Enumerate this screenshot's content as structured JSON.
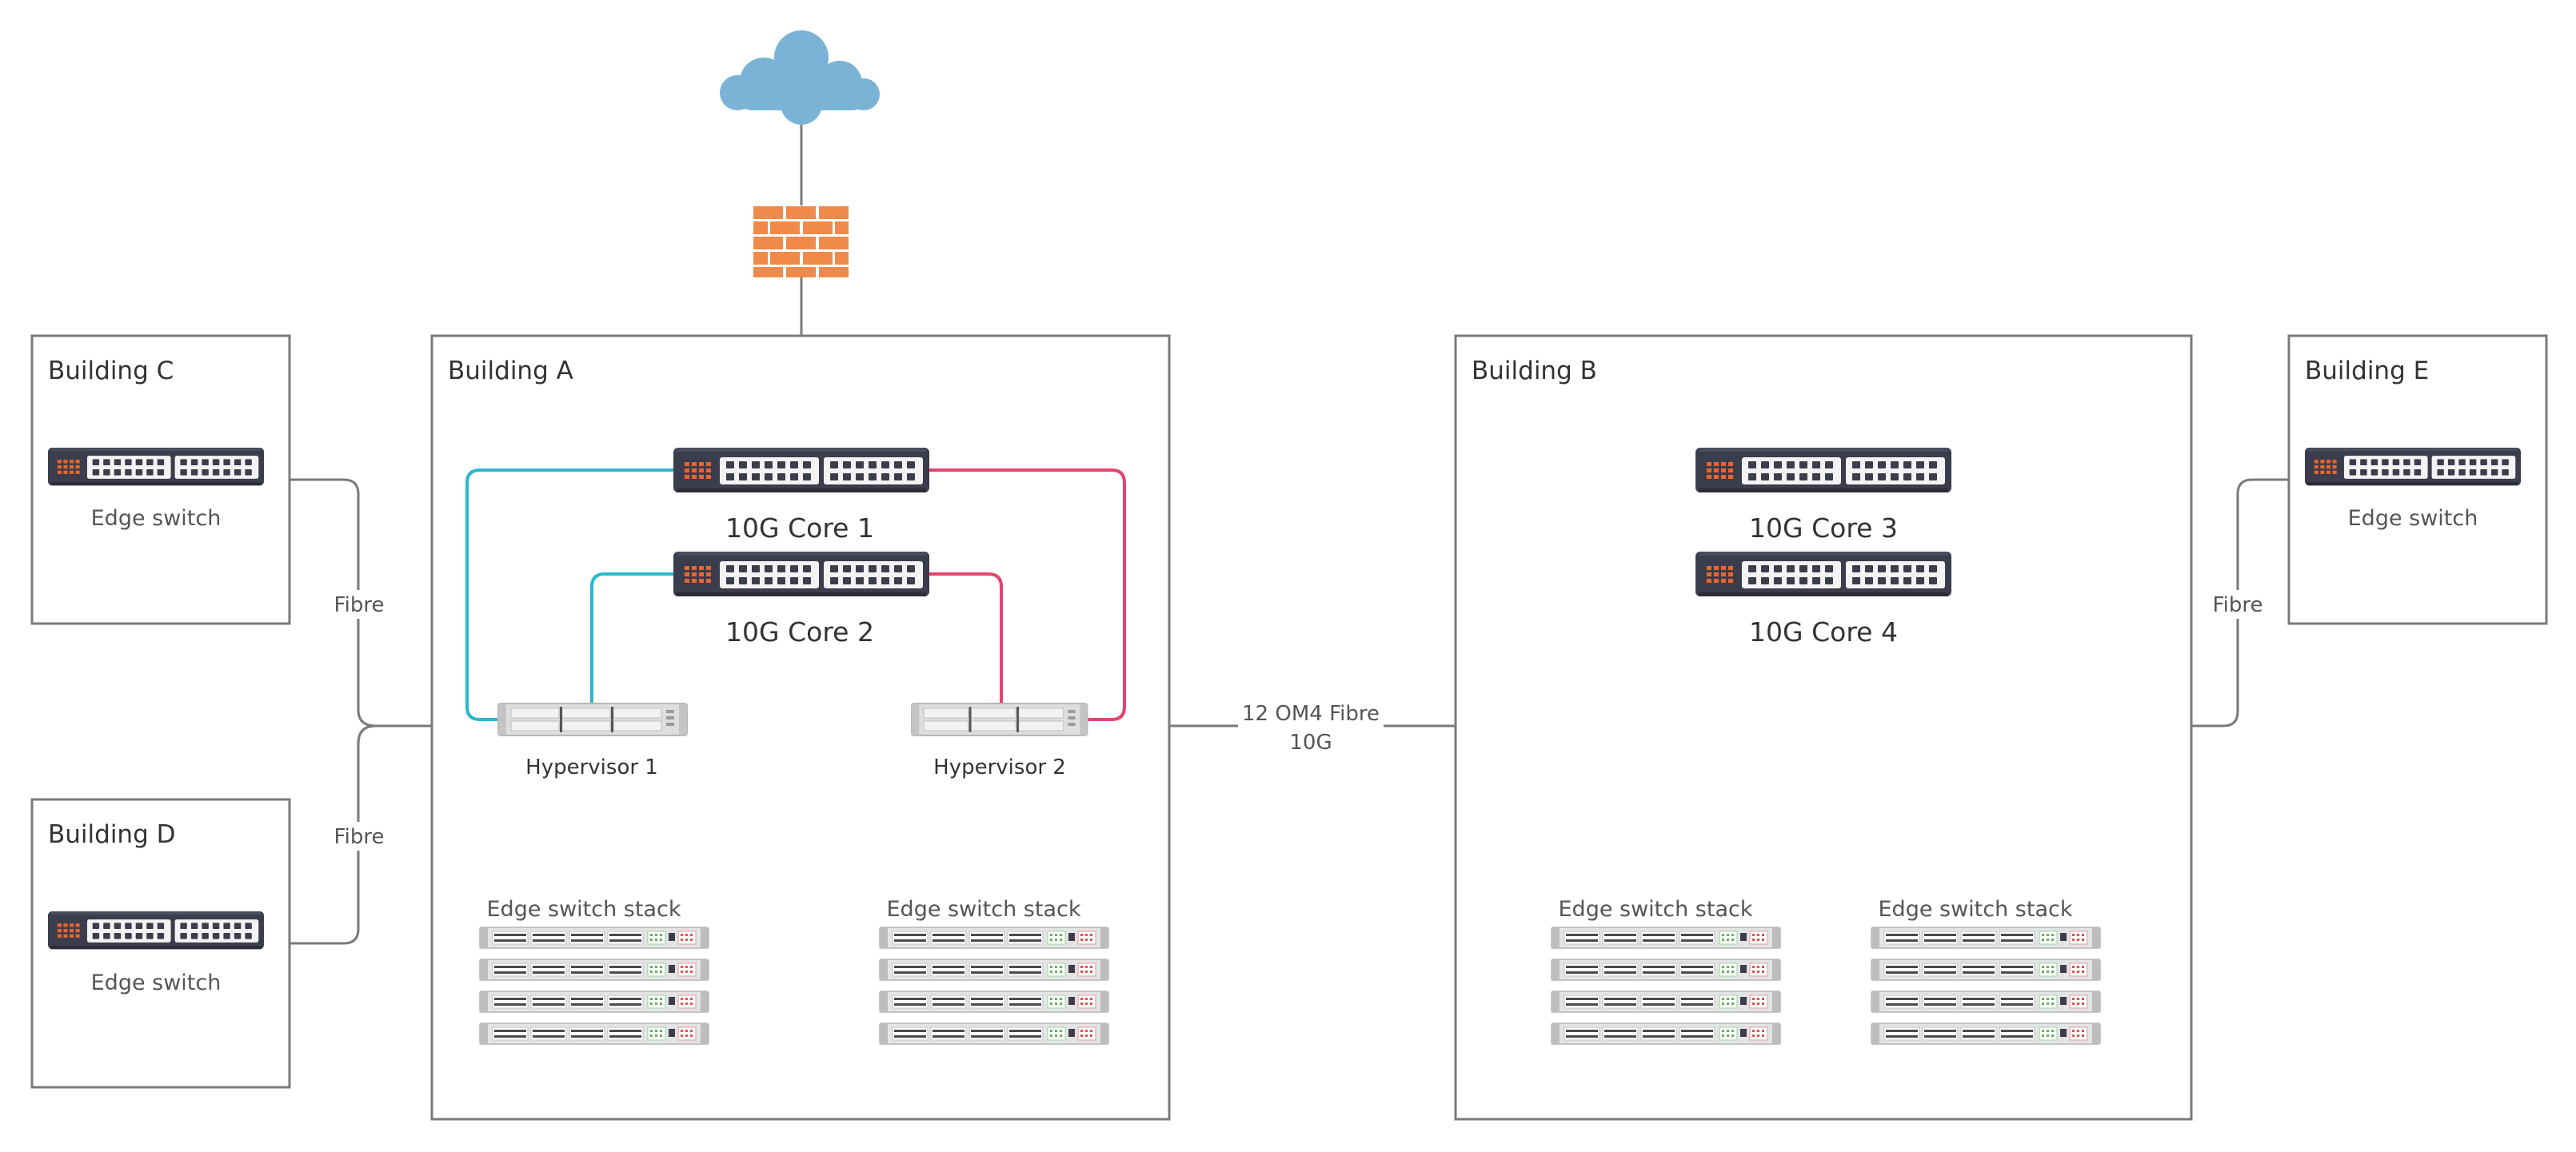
{
  "colors": {
    "border": "#7a7a7a",
    "cloud": "#7ab3d6",
    "firewall": "#ef8a4a",
    "switch_body": "#3b3d4d",
    "switch_accent": "#e8662e",
    "link_cyan": "#2bb8cc",
    "link_pink": "#e2456f"
  },
  "icons": {
    "internet": "cloud-icon",
    "firewall": "firewall-icon",
    "switch": "network-switch-icon",
    "server": "rack-server-icon",
    "stack": "switch-stack-icon"
  },
  "buildings": {
    "a": {
      "title": "Building A"
    },
    "b": {
      "title": "Building B"
    },
    "c": {
      "title": "Building C",
      "device": "Edge switch"
    },
    "d": {
      "title": "Building D",
      "device": "Edge switch"
    },
    "e": {
      "title": "Building E",
      "device": "Edge switch"
    }
  },
  "cores": {
    "core1": "10G Core 1",
    "core2": "10G Core 2",
    "core3": "10G Core 3",
    "core4": "10G Core 4"
  },
  "hypervisors": {
    "h1": "Hypervisor 1",
    "h2": "Hypervisor 2"
  },
  "stacks": {
    "a1": "Edge switch stack",
    "a2": "Edge switch stack",
    "b1": "Edge switch stack",
    "b2": "Edge switch stack"
  },
  "links": {
    "c_to_a": "Fibre",
    "d_to_a": "Fibre",
    "e_to_b": "Fibre",
    "a_to_b_line1": "12 OM4 Fibre",
    "a_to_b_line2": "10G"
  }
}
